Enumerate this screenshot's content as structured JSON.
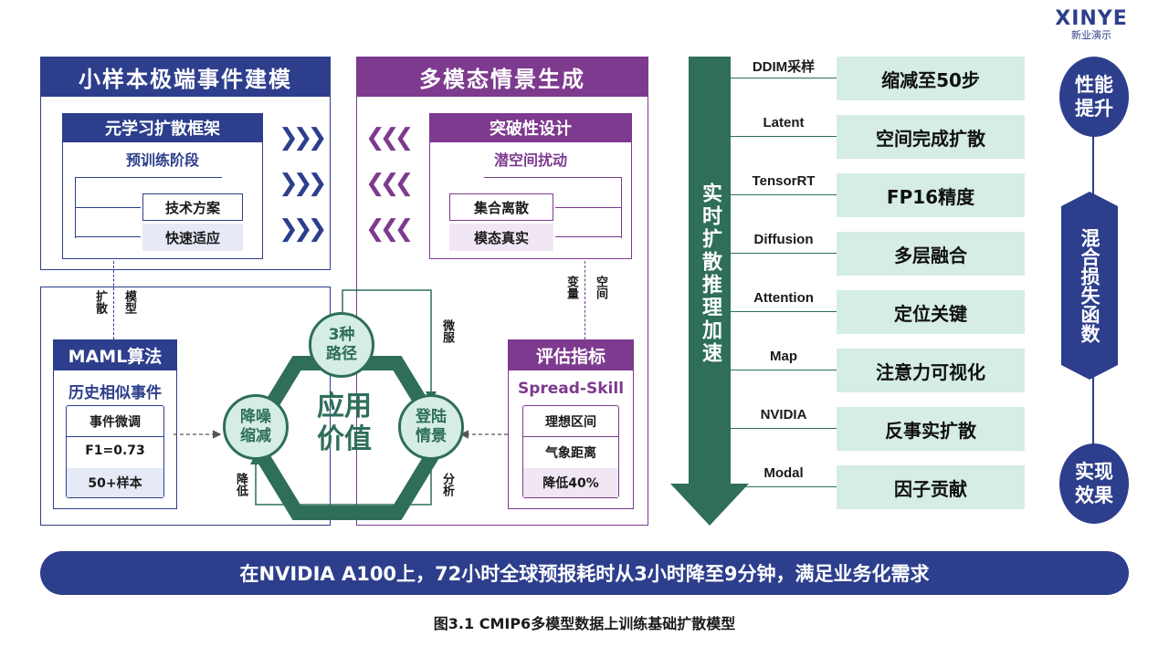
{
  "logo": {
    "brand": "XINYE",
    "sub": "新业演示"
  },
  "left_panel": {
    "title": "小样本极端事件建模",
    "meta": {
      "header": "元学习扩散框架",
      "stage": "预训练阶段",
      "items": [
        "技术方案",
        "快速适应"
      ]
    },
    "side_labels": [
      "扩散",
      "模型"
    ],
    "maml": {
      "header": "MAML算法",
      "subtitle": "历史相似事件",
      "items": [
        "事件微调",
        "F1=0.73",
        "50+样本"
      ]
    }
  },
  "mid_panel": {
    "title": "多模态情景生成",
    "breakthrough": {
      "header": "突破性设计",
      "subtitle": "潜空间扰动",
      "items": [
        "集合离散",
        "模态真实"
      ]
    },
    "side_labels": [
      "变量",
      "空间"
    ],
    "eval": {
      "header": "评估指标",
      "subtitle": "Spread-Skill",
      "items": [
        "理想区间",
        "气象距离",
        "降低40%"
      ]
    }
  },
  "hexagon": {
    "center": "应用价值",
    "top": "3种路径",
    "left": "降噪缩减",
    "right": "登陆情景",
    "labels": {
      "micro": "微服",
      "reduce": "降低",
      "analysis": "分析"
    }
  },
  "arrow_label": "实时扩散推理加速",
  "rows": [
    {
      "key": "DDIM采样",
      "value": "缩减至50步"
    },
    {
      "key": "Latent",
      "value": "空间完成扩散"
    },
    {
      "key": "TensorRT",
      "value": "FP16精度"
    },
    {
      "key": "Diffusion",
      "value": "多层融合"
    },
    {
      "key": "Attention",
      "value": "定位关键"
    },
    {
      "key": "Map",
      "value": "注意力可视化"
    },
    {
      "key": "NVIDIA",
      "value": "反事实扩散"
    },
    {
      "key": "Modal",
      "value": "因子贡献"
    }
  ],
  "right_column": {
    "top": "性能提升",
    "middle": "混合损失函数",
    "bottom": "实现效果"
  },
  "banner": "在NVIDIA A100上，72小时全球预报耗时从3小时降至9分钟，满足业务化需求",
  "caption": "图3.1 CMIP6多模型数据上训练基础扩散模型",
  "colors": {
    "navy": "#2d3e8c",
    "purple": "#7d3a8e",
    "green": "#2e6e5a",
    "mint": "#d5ede3"
  }
}
